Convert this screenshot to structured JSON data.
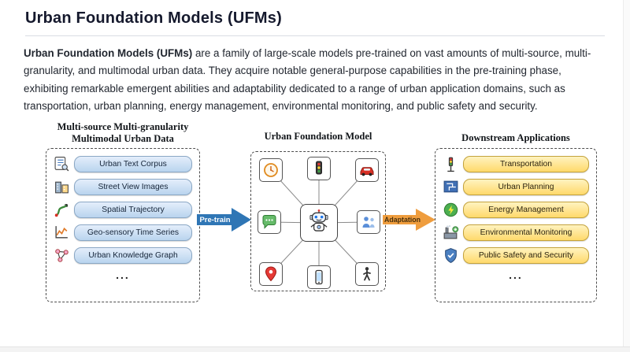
{
  "page": {
    "title": "Urban Foundation Models (UFMs)"
  },
  "intro": {
    "bold": "Urban Foundation Models (UFMs)",
    "rest": " are a family of large-scale models pre-trained on vast amounts of multi-source, multi-granularity, and multimodal urban data. They acquire notable general-purpose capabilities in the pre-training phase, exhibiting remarkable emergent abilities and adaptability dedicated to a range of urban application domains, such as transportation, urban planning, energy management, environmental monitoring, and public safety and security."
  },
  "diagram": {
    "left_panel": {
      "title_line1": "Multi-source Multi-granularity",
      "title_line2": "Multimodal Urban Data",
      "items": [
        {
          "label": "Urban Text Corpus",
          "icon": "text-corpus-icon"
        },
        {
          "label": "Street View Images",
          "icon": "street-view-icon"
        },
        {
          "label": "Spatial Trajectory",
          "icon": "trajectory-icon"
        },
        {
          "label": "Geo-sensory Time Series",
          "icon": "time-series-icon"
        },
        {
          "label": "Urban Knowledge Graph",
          "icon": "knowledge-graph-icon"
        }
      ],
      "ellipsis": "..."
    },
    "center_panel": {
      "title": "Urban Foundation Model",
      "hub_icon": "robot-icon",
      "satellite_icons": [
        "clock-icon",
        "traffic-light-icon",
        "car-icon",
        "chat-icon",
        "people-icon",
        "map-pin-icon",
        "mobile-phone-icon",
        "pedestrian-icon"
      ]
    },
    "right_panel": {
      "title": "Downstream Applications",
      "items": [
        {
          "label": "Transportation",
          "icon": "transportation-icon"
        },
        {
          "label": "Urban Planning",
          "icon": "urban-planning-icon"
        },
        {
          "label": "Energy Management",
          "icon": "energy-icon"
        },
        {
          "label": "Environmental Monitoring",
          "icon": "environment-icon"
        },
        {
          "label": "Public Safety and Security",
          "icon": "security-icon"
        }
      ],
      "ellipsis": "..."
    },
    "arrows": {
      "pretrain_label": "Pre-train",
      "adaptation_label": "Adaptation"
    },
    "colors": {
      "pretrain_arrow": "#2f76b5",
      "adaptation_arrow": "#ef9d3e",
      "data_pill": "#b9d4ee",
      "app_pill": "#ffd96b"
    }
  }
}
